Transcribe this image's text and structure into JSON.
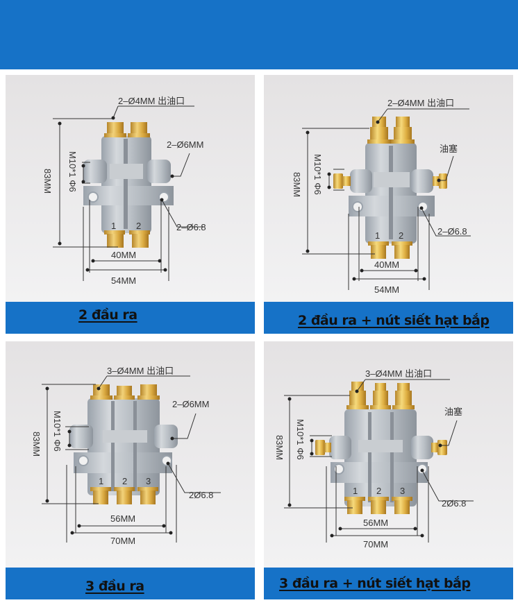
{
  "header": {
    "color": "#1672c7"
  },
  "panels": [
    {
      "id": "2-outlet",
      "caption": "2 đầu ra",
      "outlets": 2,
      "has_plug": false,
      "labels": {
        "outlet_spec": "2–Ø4MM 出油口",
        "side_spec": "2–Ø6MM",
        "height": "83MM",
        "thread": "M10*1 Φ6",
        "hole_spec": "2–Ø6.8",
        "inner_width": "40MM",
        "outer_width": "54MM",
        "channel_numbers": [
          "1",
          "2"
        ]
      }
    },
    {
      "id": "2-outlet-plug",
      "caption": "2 đầu ra + nút siết hạt bắp",
      "outlets": 2,
      "has_plug": true,
      "labels": {
        "outlet_spec": "2–Ø4MM 出油口",
        "plug_label": "油塞",
        "height": "83MM",
        "thread": "M10*1 Φ6",
        "hole_spec": "2–Ø6.8",
        "inner_width": "40MM",
        "outer_width": "54MM",
        "channel_numbers": [
          "1",
          "2"
        ]
      }
    },
    {
      "id": "3-outlet",
      "caption": "3 đầu ra",
      "outlets": 3,
      "has_plug": false,
      "labels": {
        "outlet_spec": "3–Ø4MM 出油口",
        "side_spec": "2–Ø6MM",
        "height": "83MM",
        "thread": "M10*1 Φ6",
        "hole_spec": "2Ø6.8",
        "inner_width": "56MM",
        "outer_width": "70MM",
        "channel_numbers": [
          "1",
          "2",
          "3"
        ]
      }
    },
    {
      "id": "3-outlet-plug",
      "caption": "3 đầu ra + nút siết hạt bắp",
      "outlets": 3,
      "has_plug": true,
      "labels": {
        "outlet_spec": "3–Ø4MM 出油口",
        "plug_label": "油塞",
        "height": "83MM",
        "thread": "M10*1 Φ6",
        "hole_spec": "2Ø6.8",
        "inner_width": "56MM",
        "outer_width": "70MM",
        "channel_numbers": [
          "1",
          "2",
          "3"
        ]
      }
    }
  ]
}
